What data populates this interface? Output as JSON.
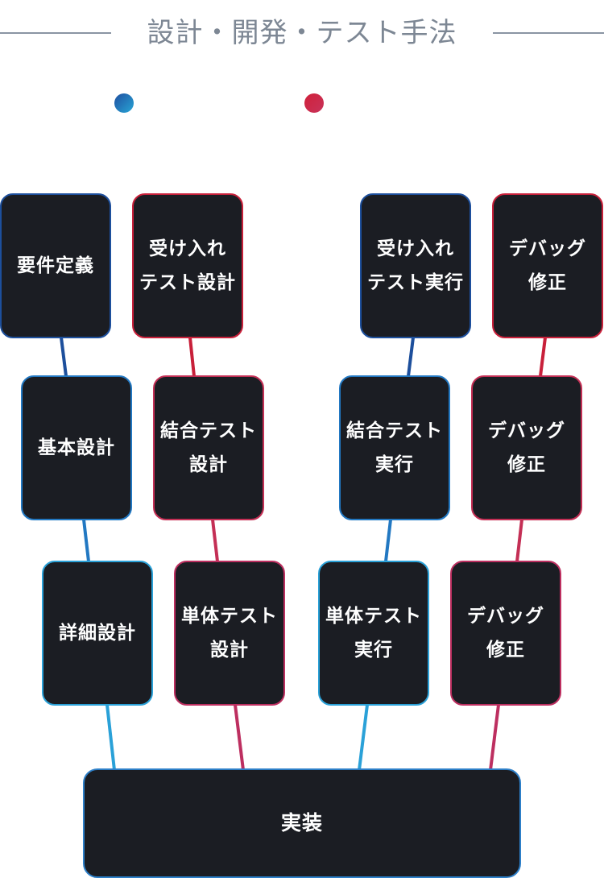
{
  "title": "設計・開発・テスト手法",
  "legend": [
    {
      "label": "",
      "color": "#1f4fa0",
      "color2": "#28a6d6"
    },
    {
      "label": "",
      "color": "#d0203a",
      "color2": "#c8335a"
    }
  ],
  "nodes": {
    "req": "要件定義",
    "basic": "基本設計",
    "detail": "詳細設計",
    "acc_design": "受け入れ\nテスト設計",
    "int_design": "結合テスト\n設計",
    "unit_design": "単体テスト\n設計",
    "acc_exec": "受け入れ\nテスト実行",
    "int_exec": "結合テスト\n実行",
    "unit_exec": "単体テスト\n実行",
    "debug1": "デバッグ\n修正",
    "debug2": "デバッグ\n修正",
    "debug3": "デバッグ\n修正",
    "impl": "実装"
  },
  "colors": {
    "node_bg": "#1b1d23",
    "blue_dark": "#1d4f9c",
    "blue_mid": "#2278c2",
    "blue_light": "#2aa1d8",
    "red_dark": "#c8203a",
    "red_mid": "#c42f55",
    "red_light": "#bd2f60"
  }
}
